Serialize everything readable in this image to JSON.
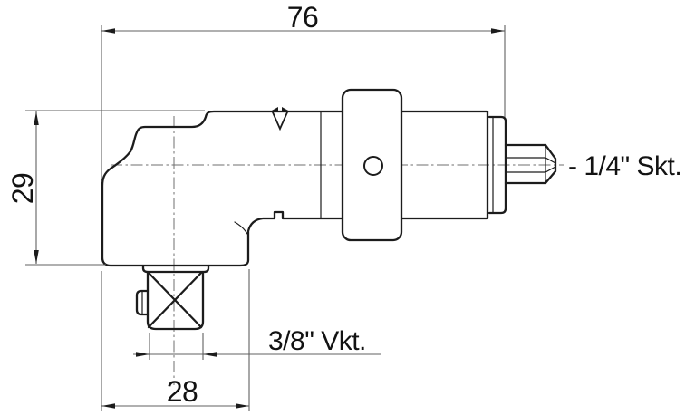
{
  "colors": {
    "outline": "#1c1c1c",
    "dimension": "#606060",
    "centerline": "#6f6f6f",
    "text": "#121212",
    "background": "#ffffff"
  },
  "dimensions": {
    "overall_length": "76",
    "overall_height": "29",
    "head_length": "28"
  },
  "labels": {
    "hex_output": "- 1/4\" Skt.",
    "square_drive": "3/8\" Vkt."
  }
}
